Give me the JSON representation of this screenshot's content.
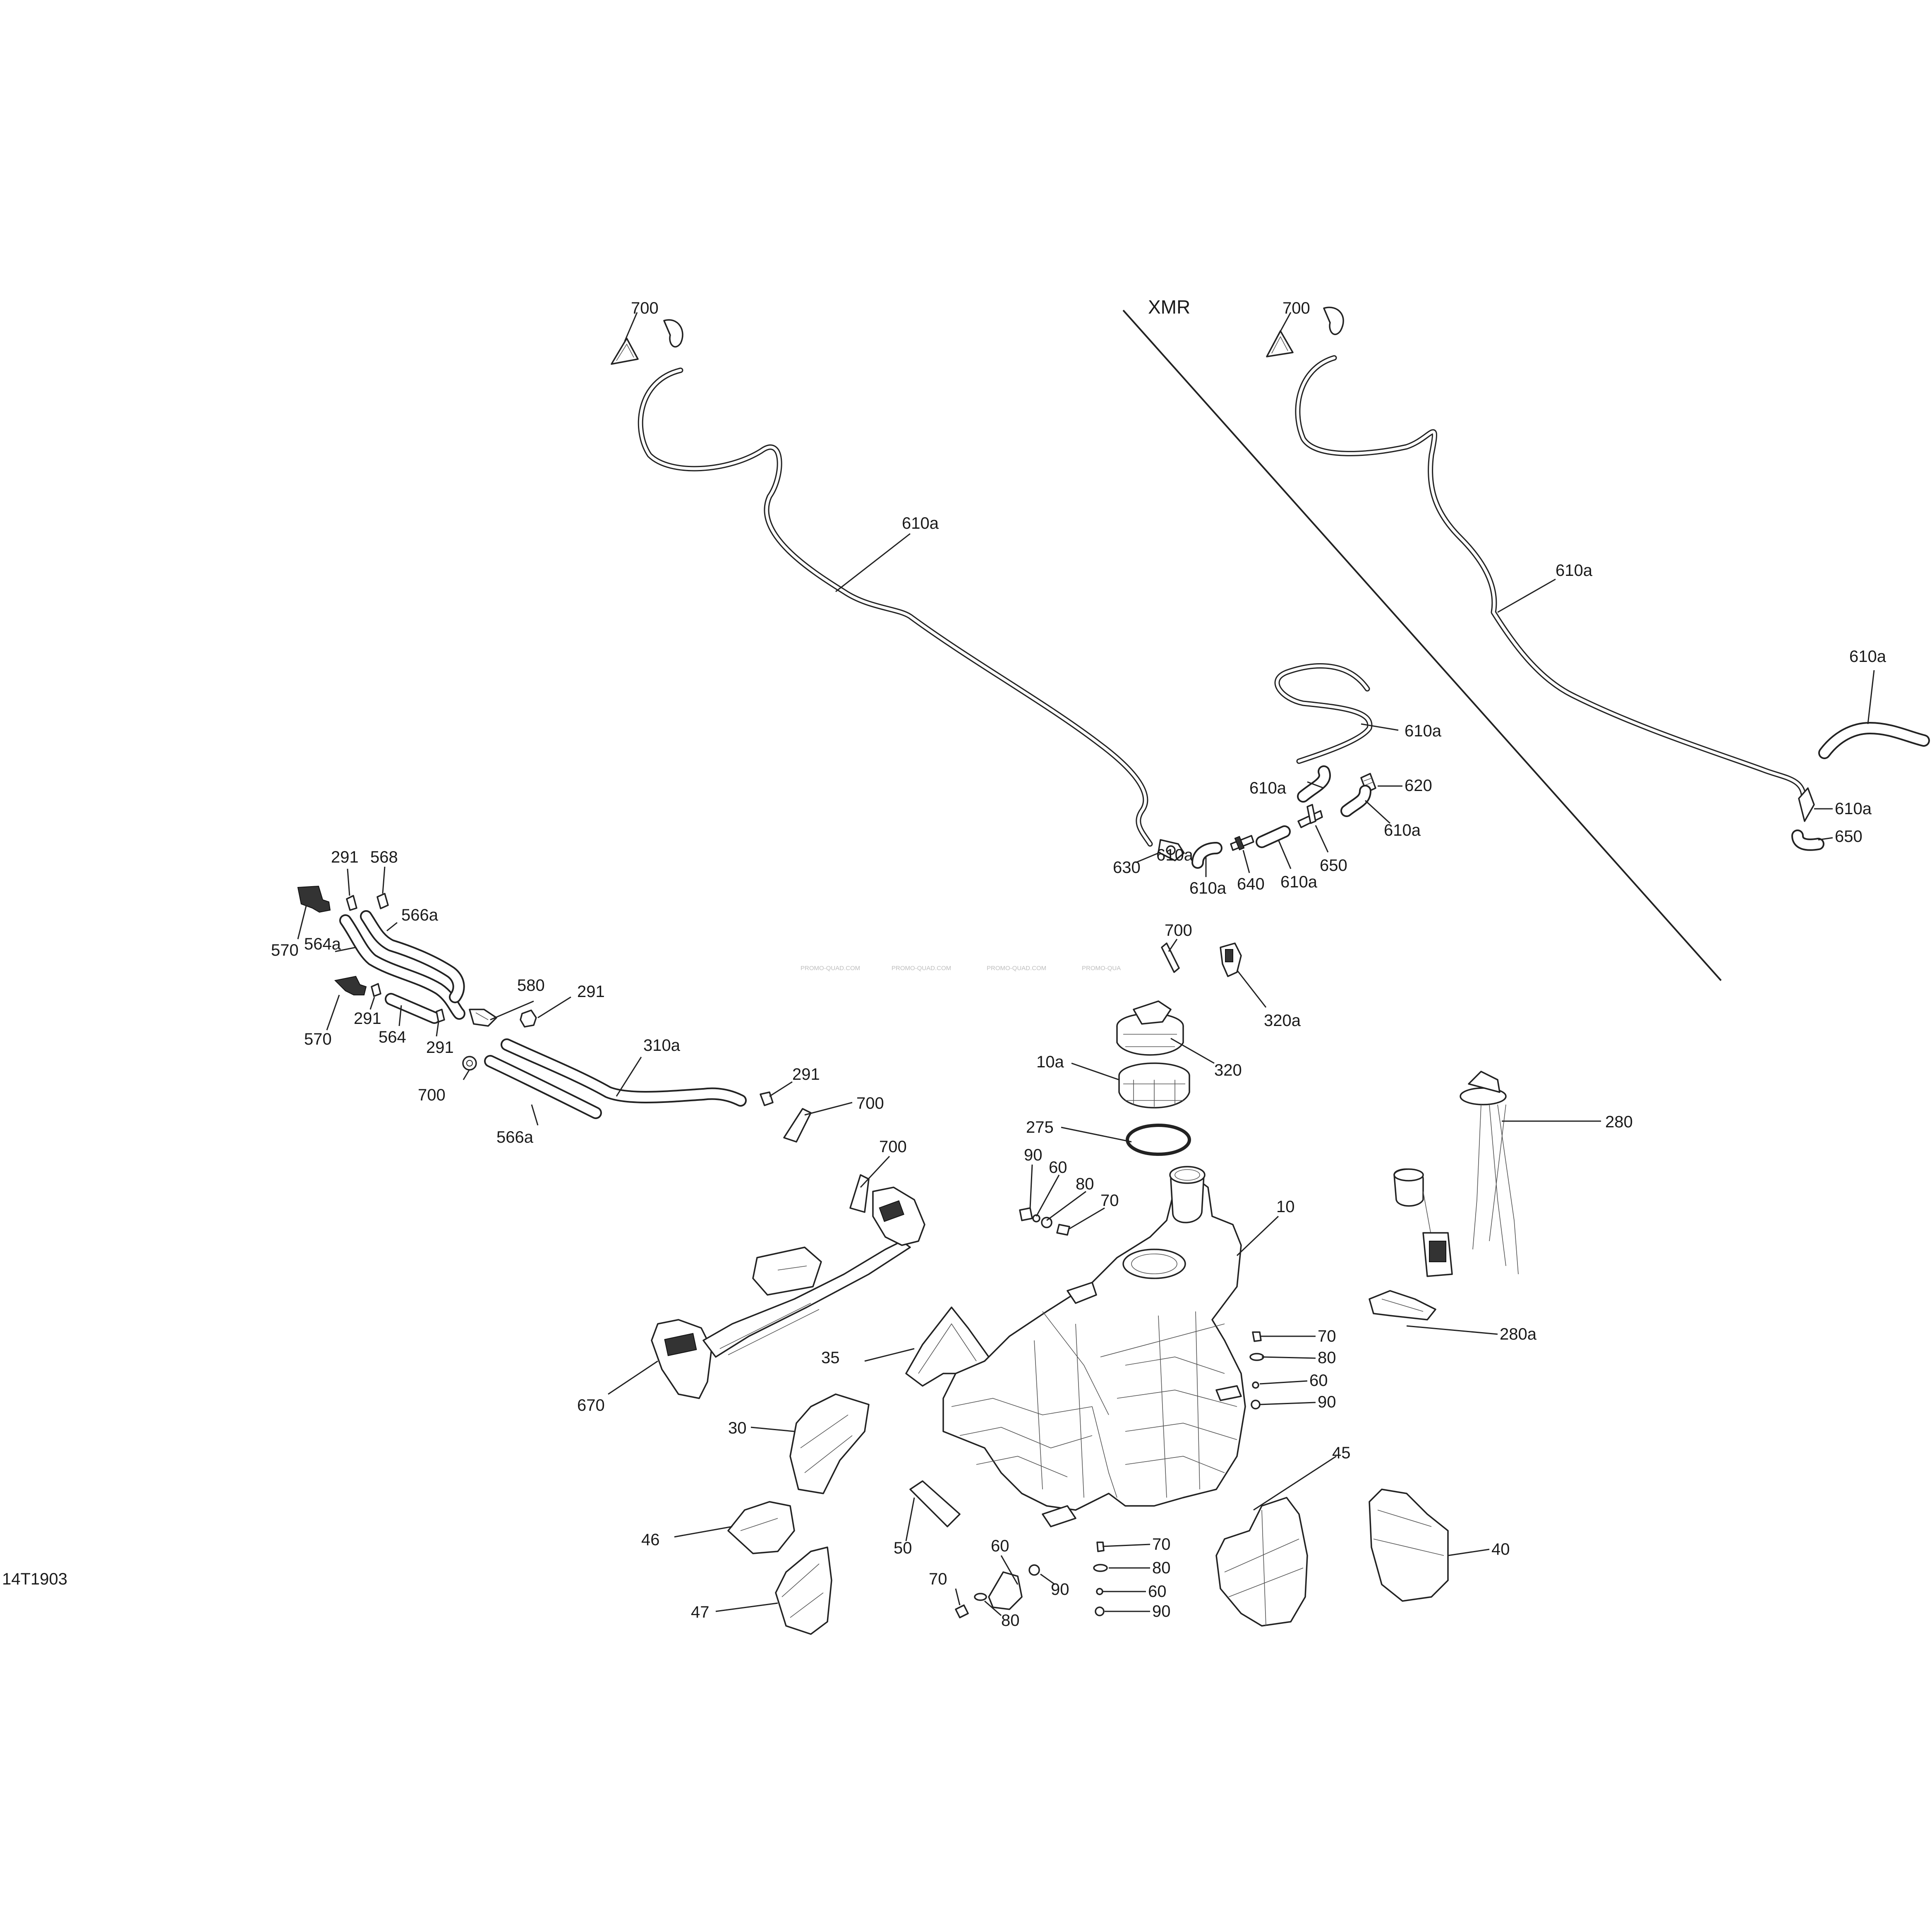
{
  "diagram_code": "14T1903",
  "variant_label": "XMR",
  "watermarks": [
    "PROMO-QUAD.COM",
    "PROMO-QUAD.COM",
    "PROMO-QUAD.COM",
    "PROMO-QUA"
  ],
  "callouts": [
    "700",
    "700",
    "610a",
    "610a",
    "610a",
    "610a",
    "620",
    "610a",
    "610a",
    "650",
    "610a",
    "650",
    "610a",
    "630",
    "610a",
    "640",
    "610a",
    "291",
    "568",
    "566a",
    "570",
    "564a",
    "570",
    "291",
    "564",
    "291",
    "580",
    "291",
    "700",
    "310a",
    "566a",
    "291",
    "700",
    "700",
    "700",
    "320a",
    "320",
    "10a",
    "275",
    "280",
    "90",
    "60",
    "80",
    "70",
    "10",
    "35",
    "670",
    "70",
    "80",
    "60",
    "90",
    "30",
    "280a",
    "45",
    "46",
    "50",
    "60",
    "70",
    "90",
    "80",
    "40",
    "70",
    "60",
    "90",
    "80",
    "47"
  ]
}
